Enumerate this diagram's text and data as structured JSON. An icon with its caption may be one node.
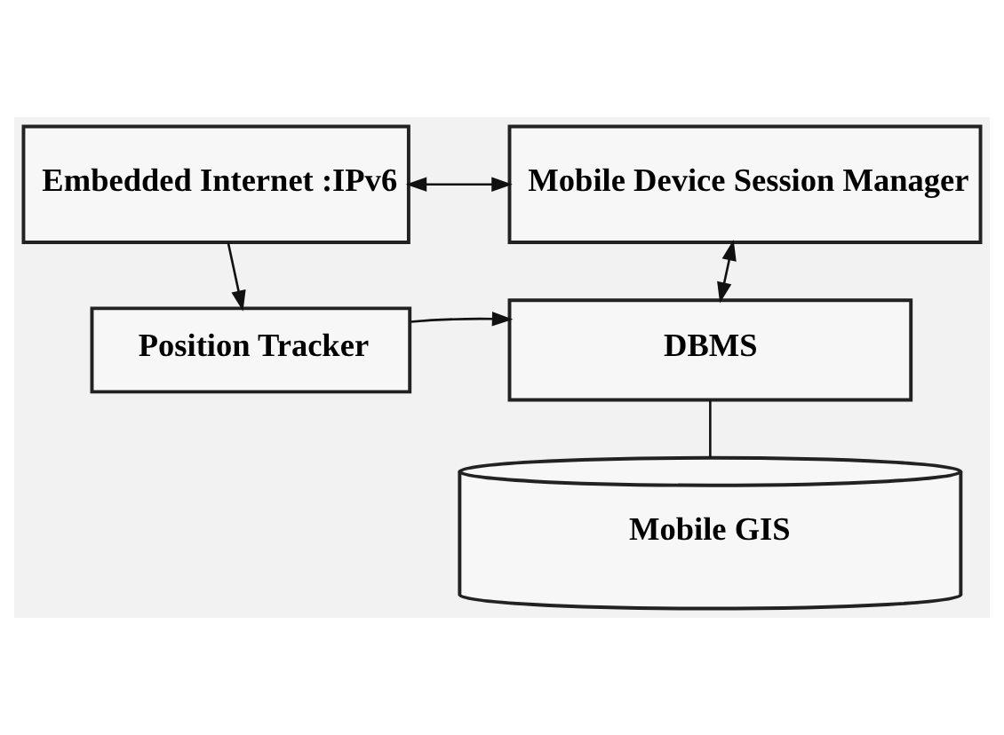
{
  "diagram": {
    "nodes": [
      {
        "text": [
          "Embedded Internet :IPv6"
        ]
      },
      {
        "text": [
          "Mobile Device Session Manager"
        ]
      },
      {
        "text": [
          "Position Tracker"
        ]
      },
      {
        "text": [
          "DBMS"
        ]
      },
      {
        "text": [
          "Mobile GIS"
        ]
      }
    ],
    "edges": [
      {
        "from": 0,
        "to": 1,
        "arrow": "both"
      },
      {
        "from": 0,
        "to": 2,
        "arrow": "to"
      },
      {
        "from": 2,
        "to": 3,
        "arrow": "to"
      },
      {
        "from": 1,
        "to": 3,
        "arrow": "both"
      },
      {
        "from": 3,
        "to": 4,
        "arrow": "none"
      }
    ]
  }
}
